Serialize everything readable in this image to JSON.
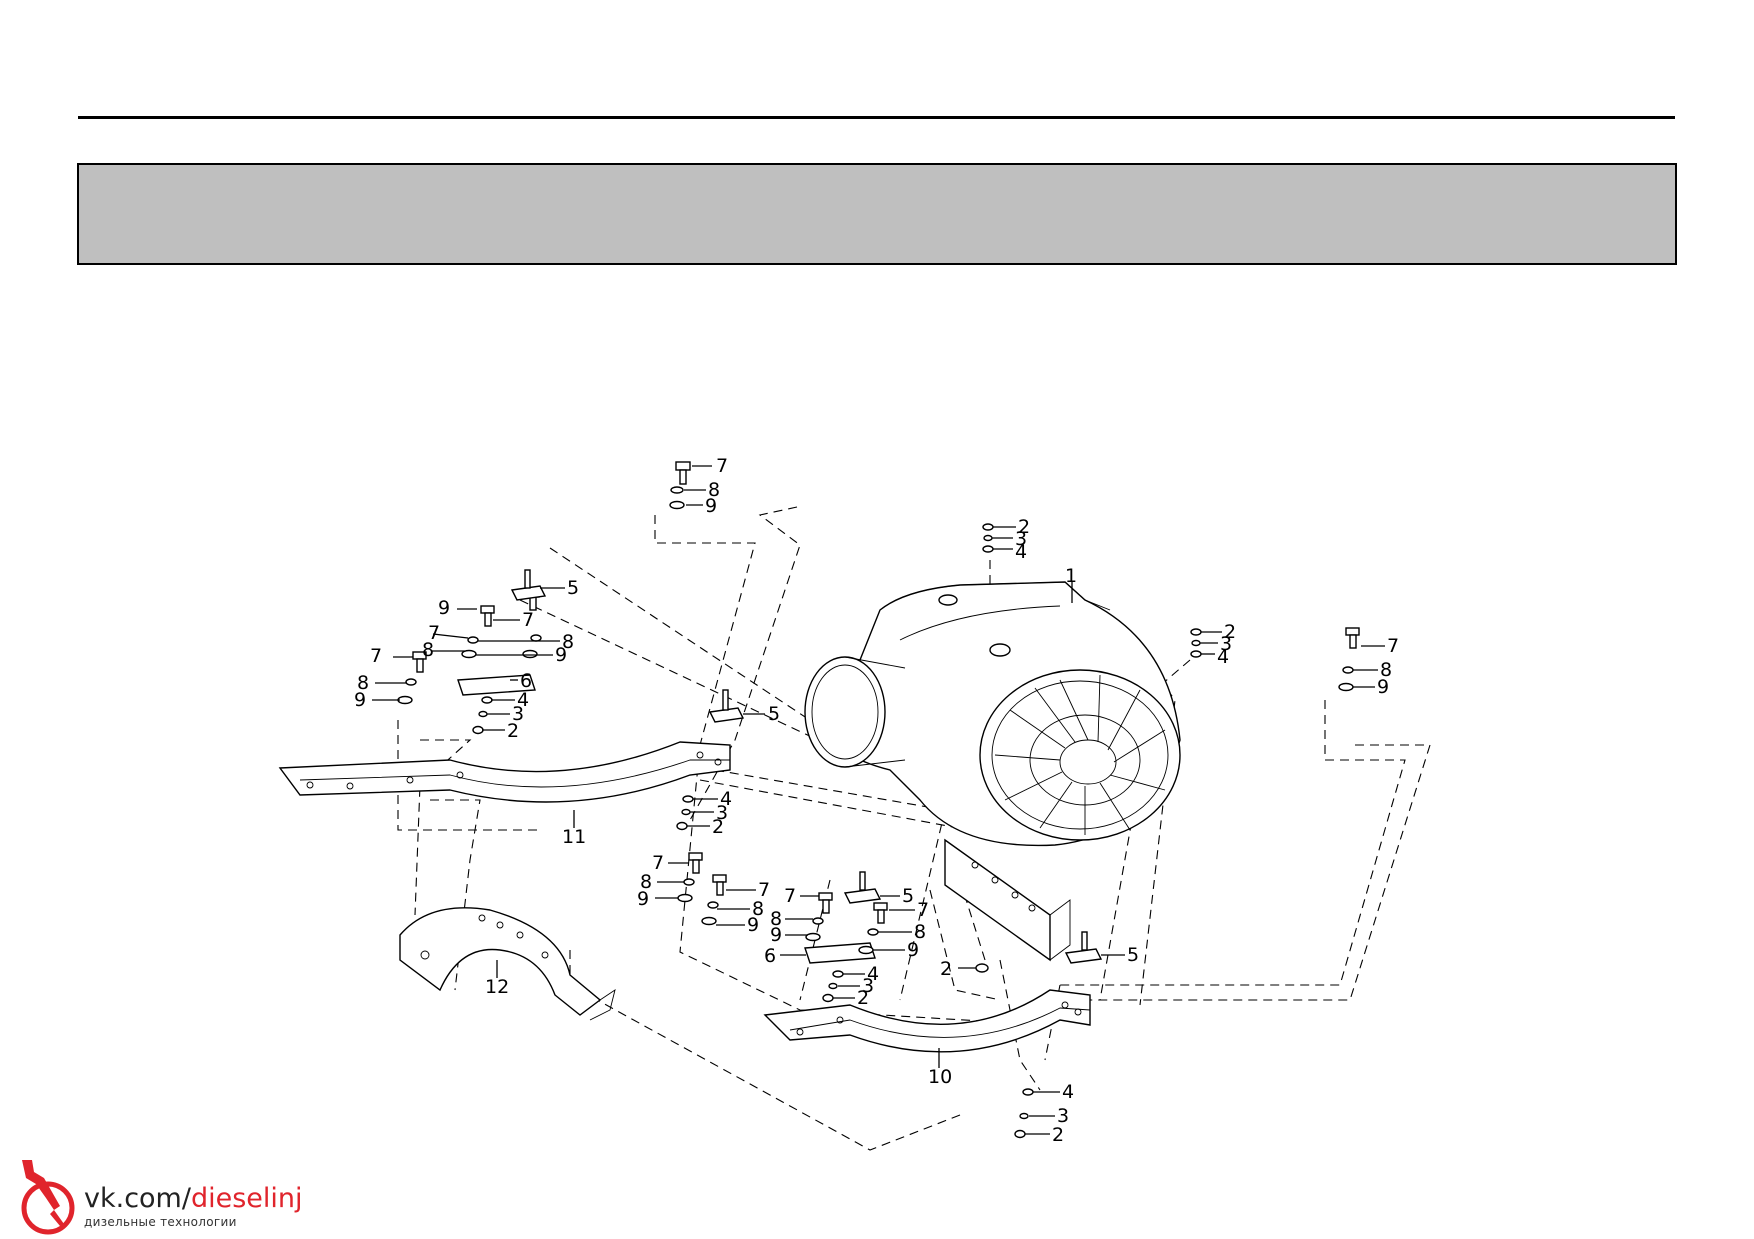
{
  "header": {
    "banner_text": ""
  },
  "diagram": {
    "callouts": [
      {
        "id": "c1",
        "text": "1"
      },
      {
        "id": "c2a",
        "text": "2"
      },
      {
        "id": "c3a",
        "text": "3"
      },
      {
        "id": "c4a",
        "text": "4"
      },
      {
        "id": "c2b",
        "text": "2"
      },
      {
        "id": "c3b",
        "text": "3"
      },
      {
        "id": "c4b",
        "text": "4"
      },
      {
        "id": "c7a",
        "text": "7"
      },
      {
        "id": "c8a",
        "text": "8"
      },
      {
        "id": "c9a",
        "text": "9"
      },
      {
        "id": "c5a",
        "text": "5"
      },
      {
        "id": "c7b",
        "text": "7"
      },
      {
        "id": "c8b",
        "text": "8"
      },
      {
        "id": "c9b",
        "text": "9"
      },
      {
        "id": "c7c",
        "text": "7"
      },
      {
        "id": "c8c",
        "text": "8"
      },
      {
        "id": "c9c",
        "text": "9"
      },
      {
        "id": "c7d",
        "text": "7"
      },
      {
        "id": "c8d",
        "text": "8"
      },
      {
        "id": "c9d",
        "text": "9"
      },
      {
        "id": "c6a",
        "text": "6"
      },
      {
        "id": "c4c",
        "text": "4"
      },
      {
        "id": "c3c",
        "text": "3"
      },
      {
        "id": "c2c",
        "text": "2"
      },
      {
        "id": "c5b",
        "text": "5"
      },
      {
        "id": "c11",
        "text": "11"
      },
      {
        "id": "c4d",
        "text": "4"
      },
      {
        "id": "c3d",
        "text": "3"
      },
      {
        "id": "c2d",
        "text": "2"
      },
      {
        "id": "c7e",
        "text": "7"
      },
      {
        "id": "c8e",
        "text": "8"
      },
      {
        "id": "c9e",
        "text": "9"
      },
      {
        "id": "c7f",
        "text": "7"
      },
      {
        "id": "c8f",
        "text": "8"
      },
      {
        "id": "c9f",
        "text": "9"
      },
      {
        "id": "c7g",
        "text": "7"
      },
      {
        "id": "c8g",
        "text": "8"
      },
      {
        "id": "c9g",
        "text": "9"
      },
      {
        "id": "c5c",
        "text": "5"
      },
      {
        "id": "c7h",
        "text": "7"
      },
      {
        "id": "c8h",
        "text": "8"
      },
      {
        "id": "c9h",
        "text": "9"
      },
      {
        "id": "c6b",
        "text": "6"
      },
      {
        "id": "c4e",
        "text": "4"
      },
      {
        "id": "c3e",
        "text": "3"
      },
      {
        "id": "c2e",
        "text": "2"
      },
      {
        "id": "c2f",
        "text": "2"
      },
      {
        "id": "c5d",
        "text": "5"
      },
      {
        "id": "c7i",
        "text": "7"
      },
      {
        "id": "c8i",
        "text": "8"
      },
      {
        "id": "c9i",
        "text": "9"
      },
      {
        "id": "c12",
        "text": "12"
      },
      {
        "id": "c10",
        "text": "10"
      },
      {
        "id": "c4f",
        "text": "4"
      },
      {
        "id": "c3f",
        "text": "3"
      },
      {
        "id": "c2g",
        "text": "2"
      }
    ]
  },
  "watermark": {
    "url_prefix": "vk.com/",
    "url_accent": "dieselinj",
    "subtitle": "дизельные технологии",
    "accent_color": "#e0242c"
  }
}
